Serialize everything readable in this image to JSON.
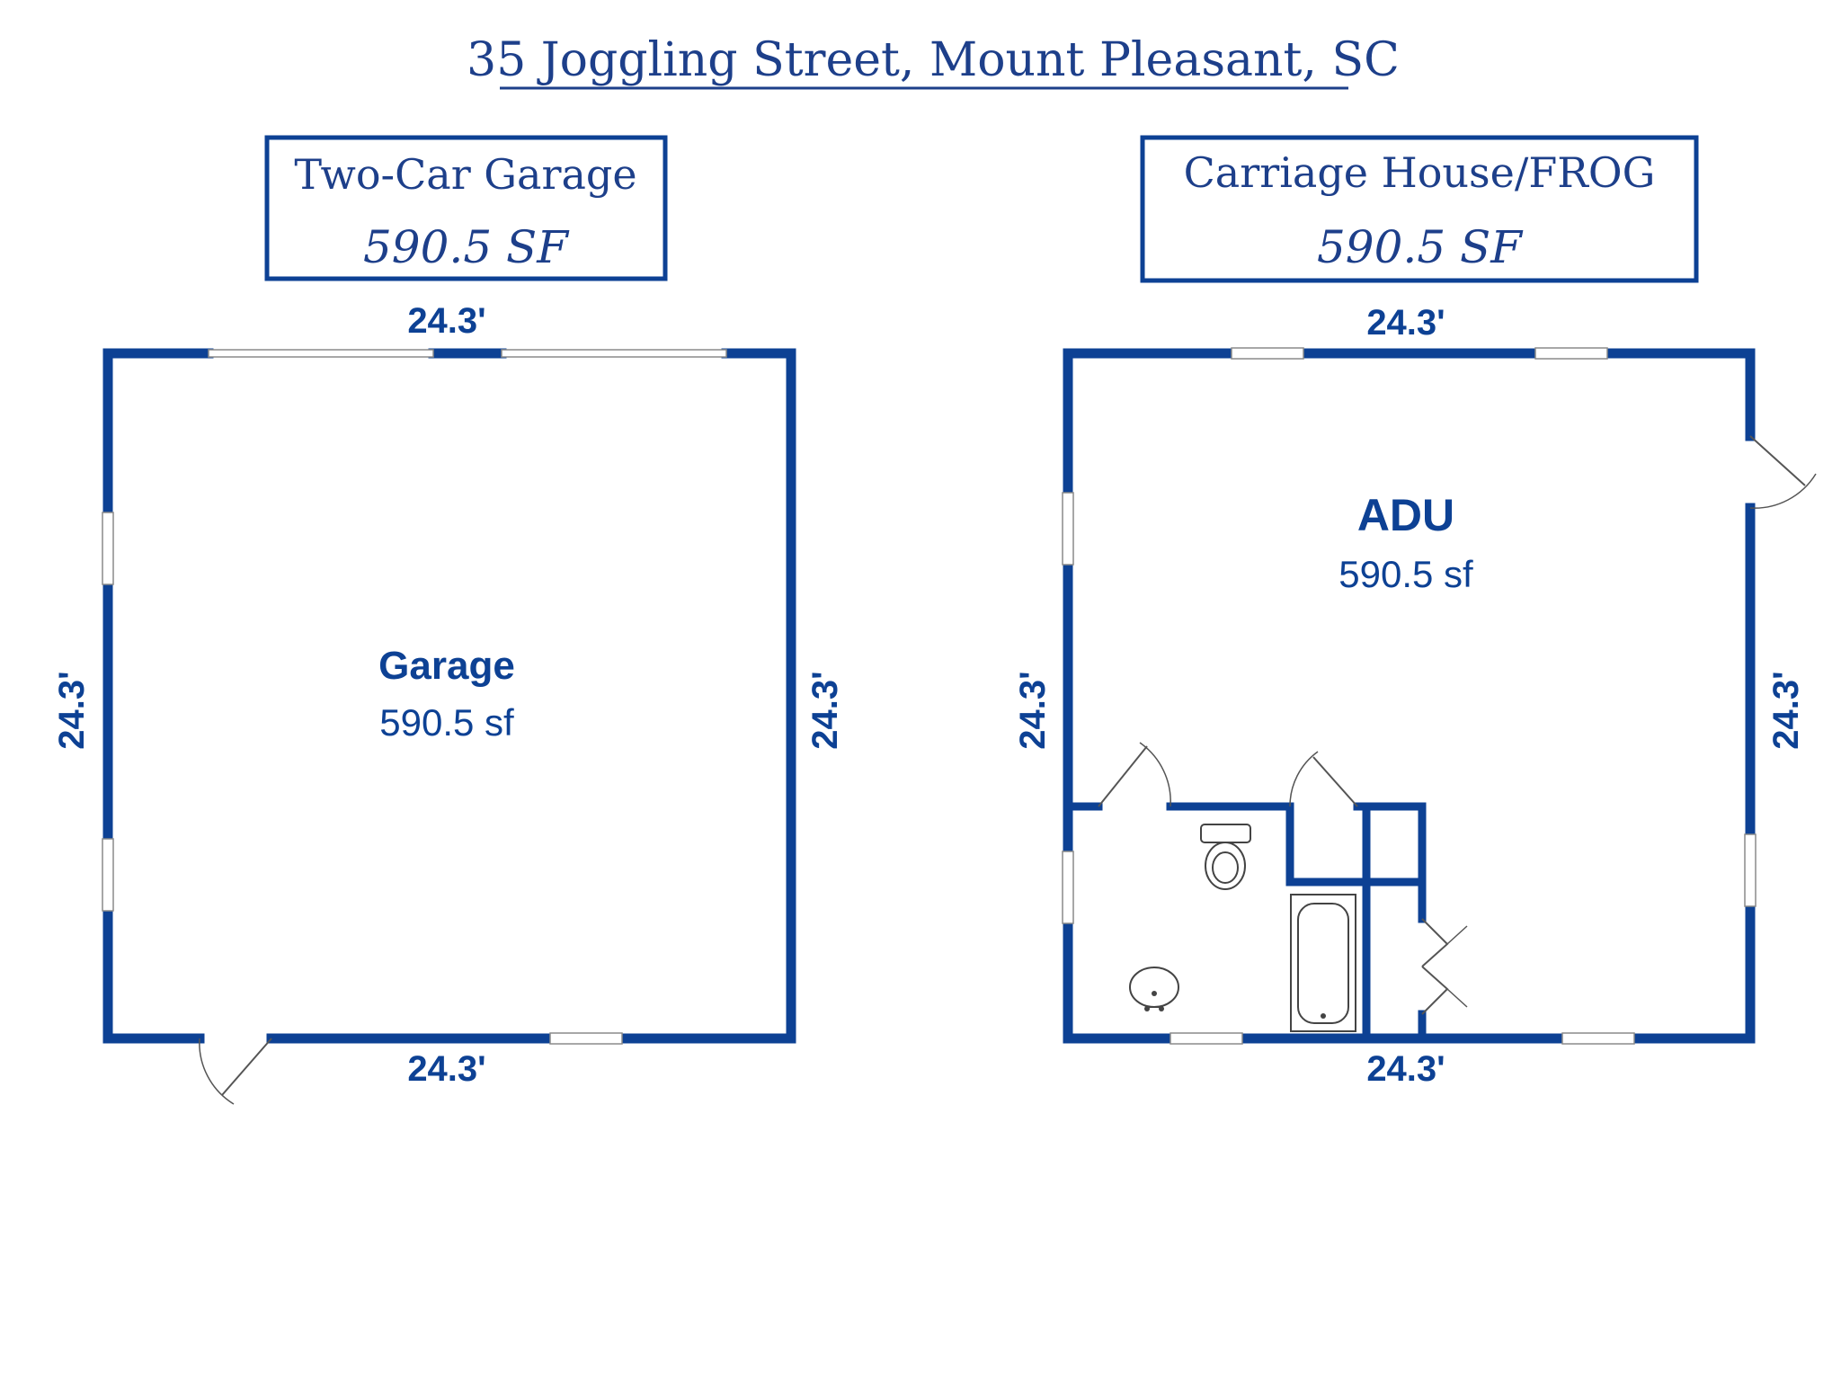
{
  "title": "35 Joggling Street, Mount Pleasant, SC",
  "buildings": [
    {
      "label": "Two-Car Garage",
      "area": "590.5 SF",
      "room": {
        "name": "Garage",
        "area": "590.5 sf"
      },
      "dimensions": {
        "top": "24.3'",
        "bottom": "24.3'",
        "left": "24.3'",
        "right": "24.3'"
      }
    },
    {
      "label": "Carriage House/FROG",
      "area": "590.5 SF",
      "room": {
        "name": "ADU",
        "area": "590.5 sf"
      },
      "dimensions": {
        "top": "24.3'",
        "bottom": "24.3'",
        "left": "24.3'",
        "right": "24.3'"
      }
    }
  ],
  "colors": {
    "wall": "#0d4194",
    "title": "#1d3f8a"
  }
}
